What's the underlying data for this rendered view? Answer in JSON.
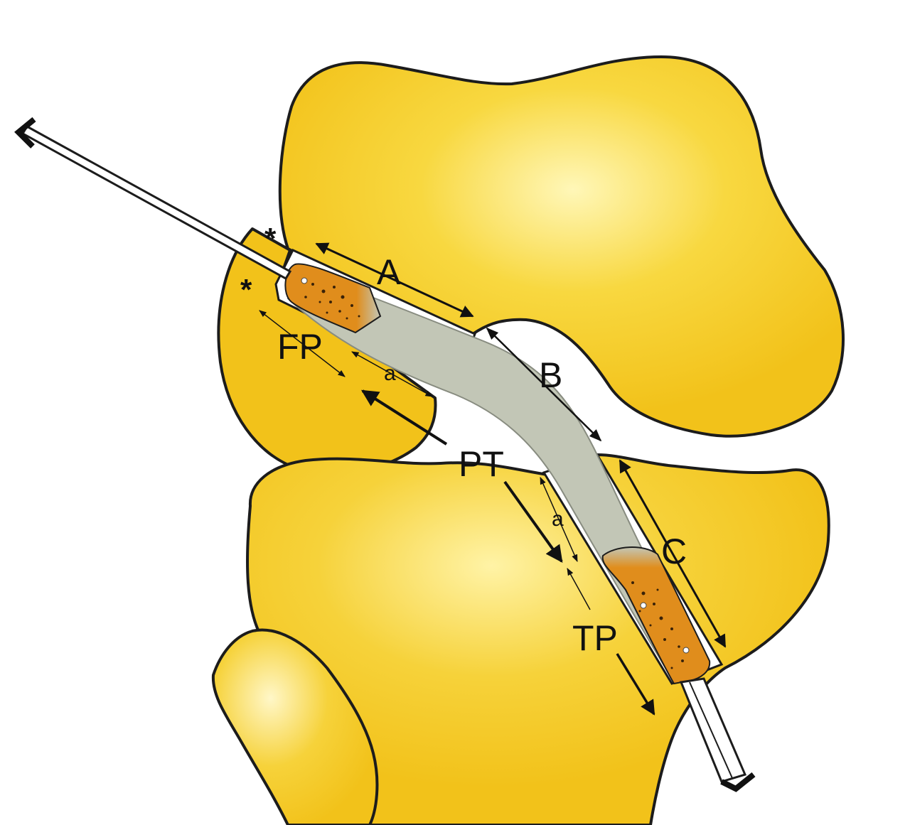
{
  "colors": {
    "bone": "#f2c21a",
    "bone_highlight": "#fff7b8",
    "graft": "#c2c6b6",
    "bone_plug": "#e08d1c",
    "outline": "#1c1c1c",
    "background": "#ffffff"
  },
  "labels": {
    "A": "A",
    "B": "B",
    "C": "C",
    "FP": "FP",
    "PT": "PT",
    "TP": "TP",
    "a_upper": "a",
    "a_lower": "a",
    "star_upper": "*",
    "star_lower": "*"
  }
}
